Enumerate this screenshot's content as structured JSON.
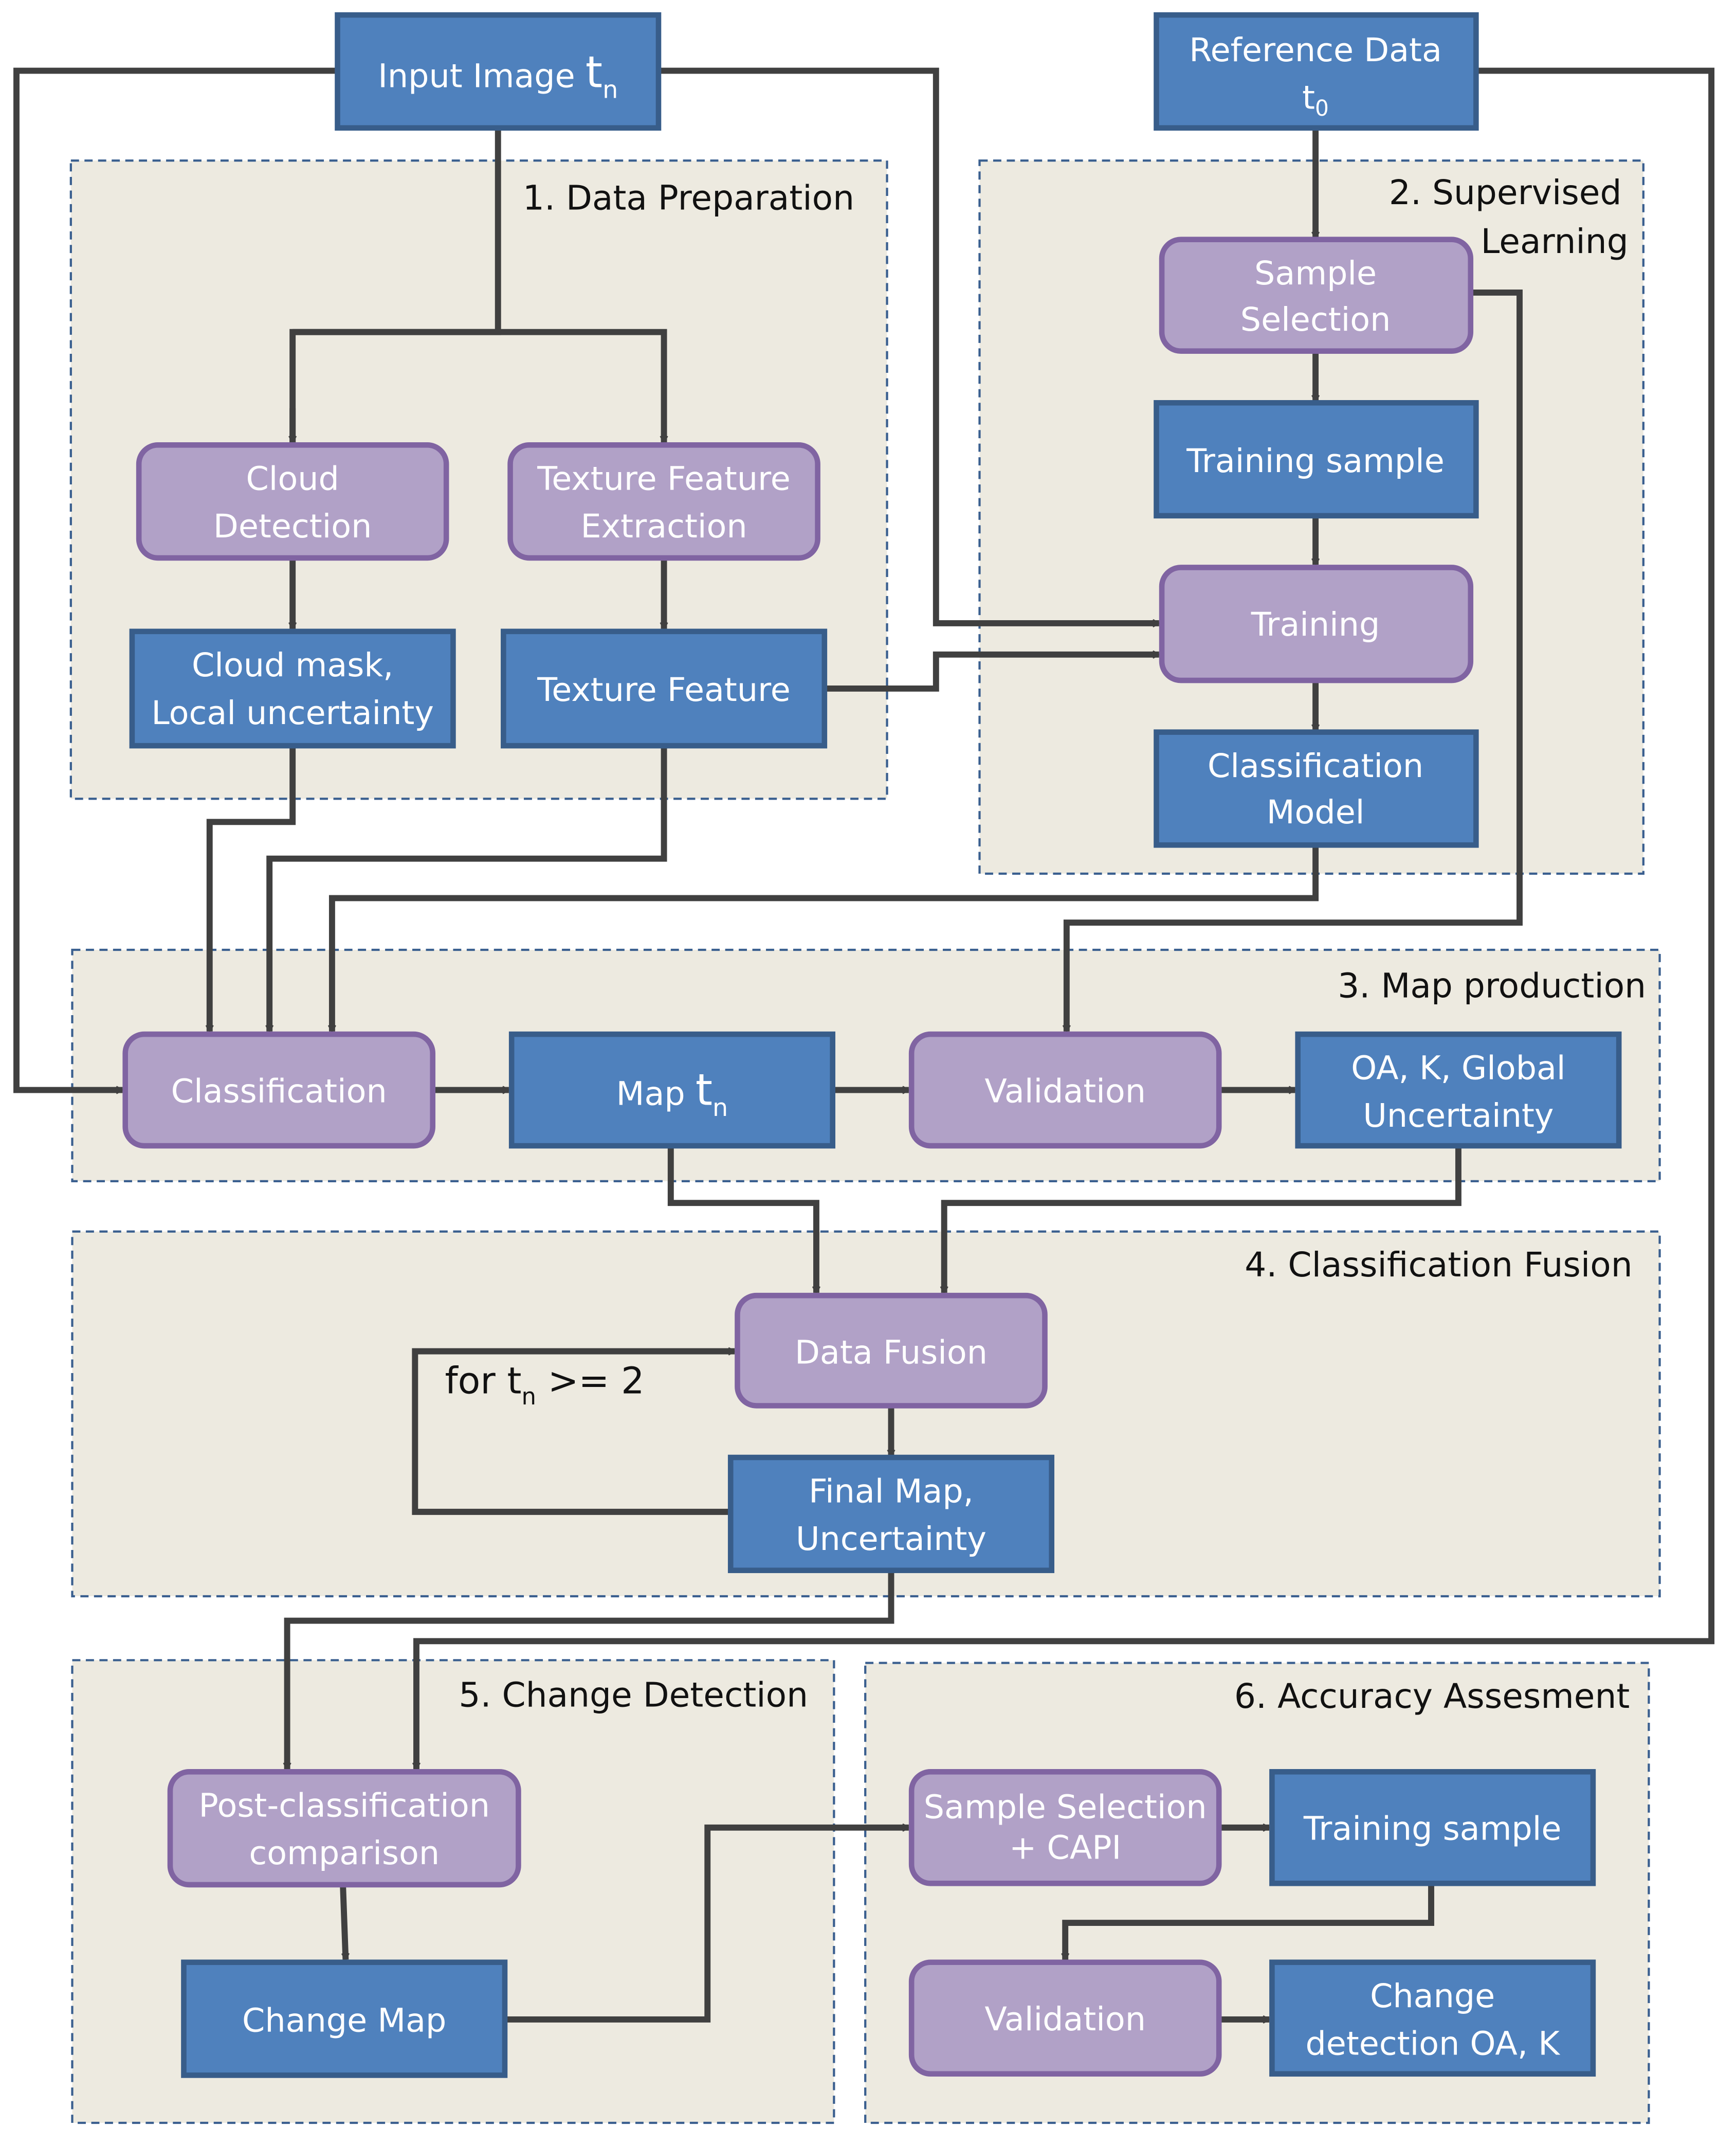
{
  "diagram": {
    "groups": [
      {
        "id": "g1",
        "label": "1. Data  Preparation"
      },
      {
        "id": "g2",
        "label_lines": [
          "2. Supervised",
          "Learning"
        ]
      },
      {
        "id": "g3",
        "label": "3. Map production"
      },
      {
        "id": "g4",
        "label": "4. Classification Fusion"
      },
      {
        "id": "g5",
        "label": "5. Change Detection"
      },
      {
        "id": "g6",
        "label": "6. Accuracy Assesment"
      }
    ],
    "nodes": {
      "input_image": {
        "text": "Input Image ",
        "sub_main": "t",
        "sub": "n",
        "type": "data"
      },
      "reference_data": {
        "lines": [
          "Reference Data"
        ],
        "sub_main": "t",
        "sub": "0",
        "type": "data"
      },
      "cloud_detection": {
        "lines": [
          "Cloud",
          "Detection"
        ],
        "type": "process"
      },
      "texture_extraction": {
        "lines": [
          "Texture Feature",
          "Extraction"
        ],
        "type": "process"
      },
      "cloud_mask": {
        "lines": [
          "Cloud mask,",
          "Local uncertainty"
        ],
        "type": "data"
      },
      "texture_feature": {
        "lines": [
          "Texture Feature"
        ],
        "type": "data"
      },
      "sample_selection": {
        "lines": [
          "Sample",
          "Selection"
        ],
        "type": "process"
      },
      "training_sample": {
        "lines": [
          "Training sample"
        ],
        "type": "data"
      },
      "training": {
        "lines": [
          "Training"
        ],
        "type": "process"
      },
      "classification_model": {
        "lines": [
          "Classification",
          "Model"
        ],
        "type": "data"
      },
      "classification": {
        "lines": [
          "Classification"
        ],
        "type": "process"
      },
      "map_tn": {
        "text": "Map ",
        "sub_main": "t",
        "sub": "n",
        "type": "data"
      },
      "validation": {
        "lines": [
          "Validation"
        ],
        "type": "process"
      },
      "oa_k_global": {
        "lines": [
          "OA, K, Global",
          "Uncertainty"
        ],
        "type": "data"
      },
      "data_fusion": {
        "lines": [
          "Data Fusion"
        ],
        "type": "process"
      },
      "final_map": {
        "lines": [
          "Final Map,",
          "Uncertainty"
        ],
        "type": "data"
      },
      "post_classification": {
        "lines": [
          "Post-classification",
          "comparison"
        ],
        "type": "process"
      },
      "change_map": {
        "lines": [
          "Change Map"
        ],
        "type": "data"
      },
      "sample_selection_capi": {
        "lines": [
          "Sample Selection",
          "+ CAPI"
        ],
        "type": "process"
      },
      "training_sample_2": {
        "lines": [
          "Training sample"
        ],
        "type": "data"
      },
      "validation_2": {
        "lines": [
          "Validation"
        ],
        "type": "process"
      },
      "change_detection_oa": {
        "lines": [
          "Change",
          "detection OA, K"
        ],
        "type": "data"
      }
    },
    "loop_label": {
      "prefix": "for t",
      "sub": "n",
      "suffix": " >= 2"
    },
    "colors": {
      "data_fill": "#4f81bd",
      "data_stroke": "#385d8a",
      "process_fill": "#b1a1c7",
      "process_stroke": "#8064a2",
      "group_fill": "#edeae0",
      "group_border": "#3a5f8f",
      "connector": "#404040"
    }
  }
}
